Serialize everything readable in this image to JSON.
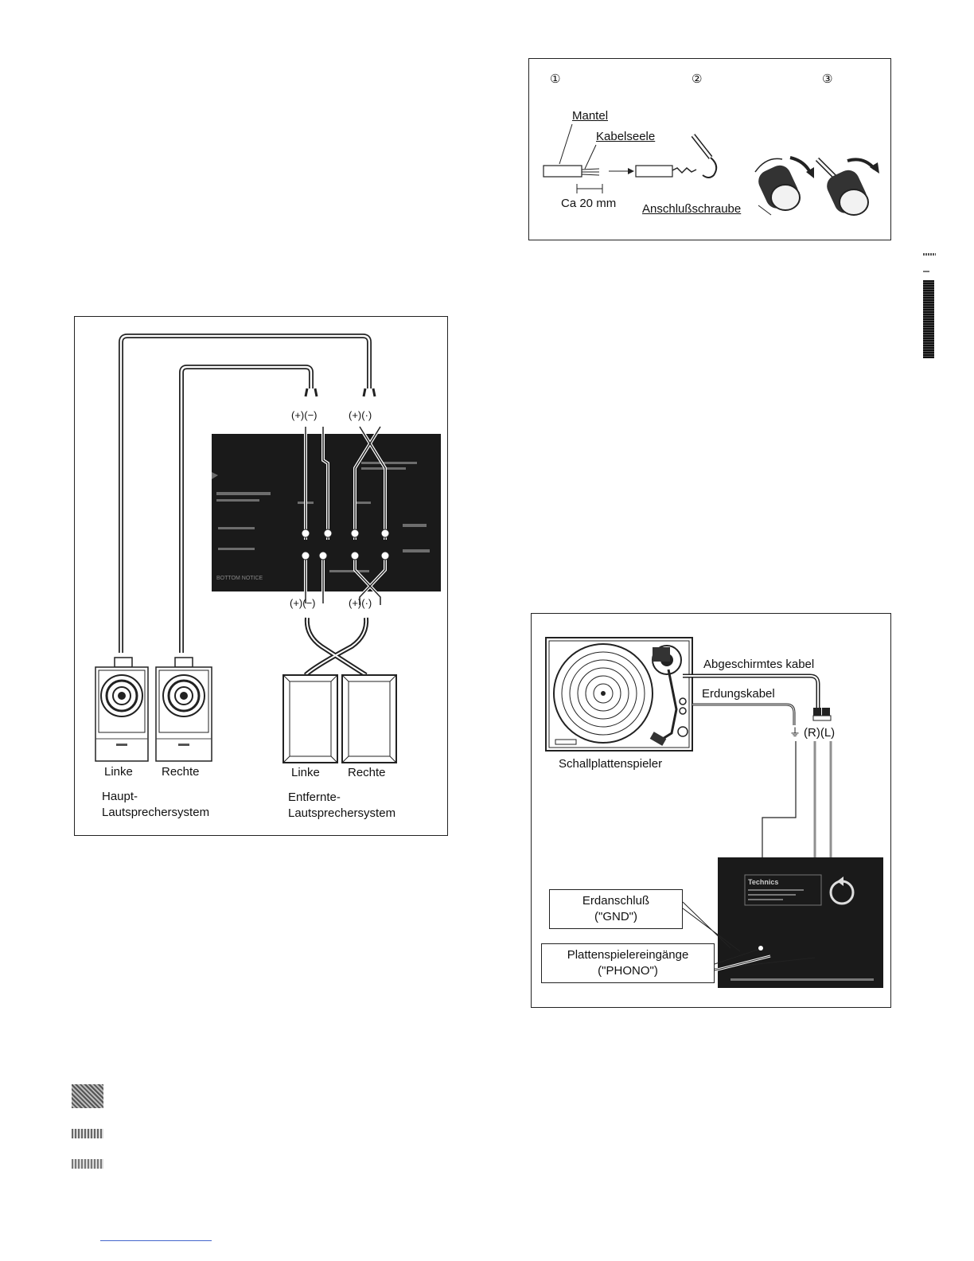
{
  "wire_prep": {
    "steps": [
      "①",
      "②",
      "③"
    ],
    "mantel": "Mantel",
    "kabelseele": "Kabelseele",
    "length": "Ca 20 mm",
    "screw": "Anschlußschraube"
  },
  "speakers": {
    "terminals_top": [
      "(+)(−)",
      "(+)(·)"
    ],
    "terminals_bottom": [
      "(+)(−)",
      "(+)(·)"
    ],
    "panel_text": "BOTTOM NOTICE",
    "main_left": "Linke",
    "main_right": "Rechte",
    "main_caption_1": "Haupt-",
    "main_caption_2": "Lautsprechersystem",
    "remote_left": "Linke",
    "remote_right": "Rechte",
    "remote_caption_1": "Entfernte-",
    "remote_caption_2": "Lautsprechersystem"
  },
  "turntable": {
    "shielded": "Abgeschirmtes kabel",
    "ground_cable": "Erdungskabel",
    "channels": "(R)(L)",
    "player": "Schallplattenspieler",
    "gnd_1": "Erdanschluß",
    "gnd_2": "(\"GND\")",
    "phono_1": "Plattenspielereingänge",
    "phono_2": "(\"PHONO\")",
    "brand": "Technics"
  }
}
